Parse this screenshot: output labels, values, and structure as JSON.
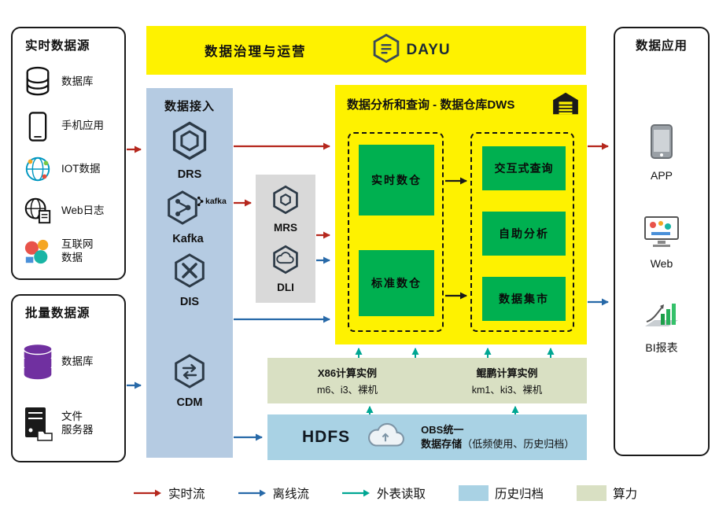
{
  "realtime_sources": {
    "title": "实时数据源",
    "items": [
      {
        "label": "数据库",
        "icon": "database-icon"
      },
      {
        "label": "手机应用",
        "icon": "phone-icon"
      },
      {
        "label": "IOT数据",
        "icon": "iot-icon"
      },
      {
        "label": "Web日志",
        "icon": "web-log-icon"
      },
      {
        "label": "互联网\n数据",
        "icon": "internet-data-icon"
      }
    ]
  },
  "batch_sources": {
    "title": "批量数据源",
    "items": [
      {
        "label": "数据库",
        "icon": "database-stack-icon"
      },
      {
        "label": "文件\n服务器",
        "icon": "file-server-icon"
      }
    ]
  },
  "governance": {
    "title": "数据治理与运营",
    "logo_text": "DAYU"
  },
  "ingestion": {
    "title": "数据接入",
    "services": [
      {
        "name": "DRS"
      },
      {
        "name": "Kafka",
        "logo": "kafka"
      },
      {
        "name": "DIS"
      },
      {
        "name": "CDM"
      }
    ]
  },
  "processing": {
    "services": [
      {
        "name": "MRS"
      },
      {
        "name": "DLI"
      }
    ]
  },
  "dws": {
    "title": "数据分析和查询 - 数据仓库DWS",
    "warehouse_nodes": [
      "实时数仓",
      "标准数仓"
    ],
    "analysis_nodes": [
      "交互式查询",
      "自助分析",
      "数据集市"
    ]
  },
  "compute": {
    "sections": [
      {
        "title": "X86计算实例",
        "subtitle": "m6、i3、裸机"
      },
      {
        "title": "鲲鹏计算实例",
        "subtitle": "km1、ki3、裸机"
      }
    ]
  },
  "storage": {
    "hdfs_label": "HDFS",
    "obs_title": "OBS统一",
    "obs_line2": "数据存储",
    "obs_note": "（低频使用、历史归档）"
  },
  "applications": {
    "title": "数据应用",
    "items": [
      {
        "label": "APP"
      },
      {
        "label": "Web"
      },
      {
        "label": "BI报表"
      }
    ]
  },
  "legend": {
    "items": [
      {
        "label": "实时流",
        "type": "arrow",
        "color": "#b5271d"
      },
      {
        "label": "离线流",
        "type": "arrow",
        "color": "#2769a8"
      },
      {
        "label": "外表读取",
        "type": "arrow",
        "color": "#00a693"
      },
      {
        "label": "历史归档",
        "type": "swatch",
        "color": "#a9d2e4"
      },
      {
        "label": "算力",
        "type": "swatch",
        "color": "#d9e0c3"
      }
    ]
  },
  "colors": {
    "banner_yellow": "#fef200",
    "node_green": "#00b050",
    "ingest_blue": "#b5cbe2",
    "mid_gray": "#d9d9d9",
    "compute_olive": "#d9e0c3",
    "storage_blue": "#a9d2e4",
    "arrow_red": "#b5271d",
    "arrow_blue": "#2769a8",
    "arrow_teal": "#00a693"
  },
  "flows": [
    {
      "from": "实时数据源",
      "to": "数据接入",
      "type": "实时流"
    },
    {
      "from": "批量数据源",
      "to": "数据接入",
      "type": "离线流"
    },
    {
      "from": "DRS",
      "to": "数据仓库DWS",
      "type": "实时流"
    },
    {
      "from": "Kafka",
      "to": "MRS",
      "type": "实时流"
    },
    {
      "from": "MRS/DLI",
      "to": "数据仓库DWS",
      "type": "实时流"
    },
    {
      "from": "MRS/DLI",
      "to": "数据仓库DWS",
      "type": "离线流"
    },
    {
      "from": "数据接入",
      "to": "数据仓库DWS",
      "type": "离线流"
    },
    {
      "from": "CDM",
      "to": "HDFS",
      "type": "离线流"
    },
    {
      "from": "数据仓库DWS",
      "to": "数据应用",
      "type": "实时流"
    },
    {
      "from": "数据仓库DWS",
      "to": "数据应用",
      "type": "离线流"
    },
    {
      "from": "实时数仓",
      "to": "交互式查询",
      "type": "内部"
    },
    {
      "from": "标准数仓",
      "to": "数据集市",
      "type": "内部"
    },
    {
      "from": "计算实例",
      "to": "数据仓库DWS",
      "type": "外表读取"
    },
    {
      "from": "HDFS/OBS",
      "to": "计算实例",
      "type": "外表读取"
    }
  ]
}
